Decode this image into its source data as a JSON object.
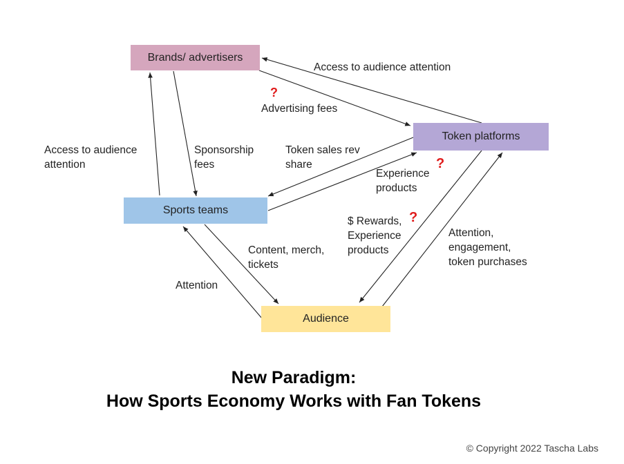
{
  "nodes": {
    "brands": {
      "label": "Brands/ advertisers",
      "color": "#d5a6bd"
    },
    "token": {
      "label": "Token platforms",
      "color": "#b4a7d6"
    },
    "sports": {
      "label": "Sports teams",
      "color": "#9fc5e8"
    },
    "audience": {
      "label": "Audience",
      "color": "#ffe599"
    }
  },
  "edges": {
    "token_to_brands": "Access to audience attention",
    "brands_to_token": "Advertising fees",
    "sports_to_brands": "Access to audience\nattention",
    "brands_to_sports": "Sponsorship\nfees",
    "token_to_sports": "Token sales rev\nshare",
    "sports_to_token": "Experience\nproducts",
    "token_to_audience": "$ Rewards,\nExperience\nproducts",
    "audience_to_token": "Attention,\nengagement,\ntoken purchases",
    "sports_to_audience": "Content, merch,\ntickets",
    "audience_to_sports": "Attention"
  },
  "question_mark": "?",
  "title": {
    "line1": "New Paradigm:",
    "line2": "How Sports Economy Works with Fan Tokens"
  },
  "copyright": "© Copyright 2022 Tascha Labs"
}
